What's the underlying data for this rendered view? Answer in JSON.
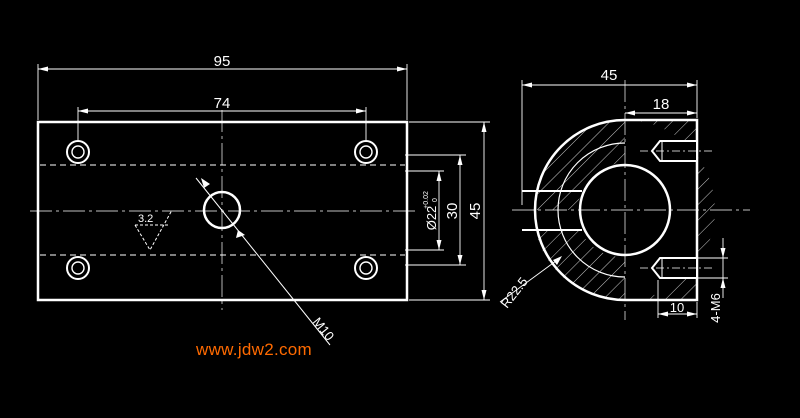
{
  "front_view": {
    "width_label": "95",
    "hole_spacing_label": "74",
    "height_label": "45",
    "inner_label": "30",
    "bore_label": "Ø22",
    "bore_tolerance_upper": "+0.02",
    "bore_tolerance_lower": "0",
    "thread_label": "M10",
    "surface_finish_label": "3.2"
  },
  "side_view": {
    "width_label": "45",
    "partial_label": "18",
    "radius_label": "R22.5",
    "bottom_label": "10",
    "holes_label": "4-M6"
  },
  "watermark": "www.jdw2.com",
  "colors": {
    "background": "#000000",
    "lines": "#ffffff",
    "watermark": "#ff6a00"
  }
}
